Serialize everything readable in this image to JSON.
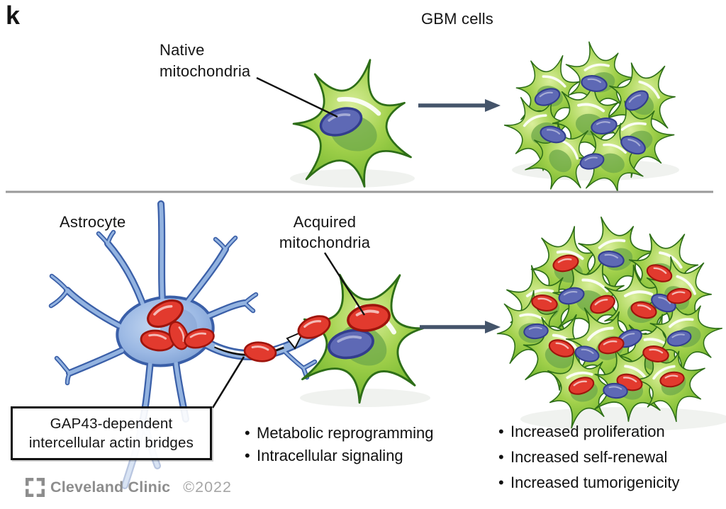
{
  "panel_label": "k",
  "top": {
    "title": "GBM cells",
    "native_mitochondria_label": {
      "line1": "Native",
      "line2": "mitochondria"
    }
  },
  "bottom": {
    "astrocyte_label": "Astrocyte",
    "acquired_mitochondria_label": {
      "line1": "Acquired",
      "line2": "mitochondria"
    },
    "gap43_box": {
      "line1": "GAP43-dependent",
      "line2": "intercellular actin bridges"
    },
    "middle_cell_bullets": {
      "items": [
        "Metabolic reprogramming",
        "Intracellular signaling"
      ]
    },
    "tumor_bullets": {
      "items": [
        "Increased proliferation",
        "Increased self-renewal",
        "Increased tumorigenicity"
      ]
    }
  },
  "bullet_char": "•",
  "footer": {
    "brand": "Cleveland Clinic",
    "copyright": "©2022"
  },
  "colors": {
    "gbm_cell_green": "#7cbb35",
    "gbm_cell_outline": "#2e6e18",
    "astrocyte_blue": "#93b3e0",
    "astrocyte_outline": "#3a5fa8",
    "native_mito_blue": "#5e69b5",
    "acquired_mito_red": "#e23a2e",
    "arrow_slate": "#44546a",
    "divider_gray": "#9a9a9a",
    "logo_gray": "#8d8d8d"
  }
}
